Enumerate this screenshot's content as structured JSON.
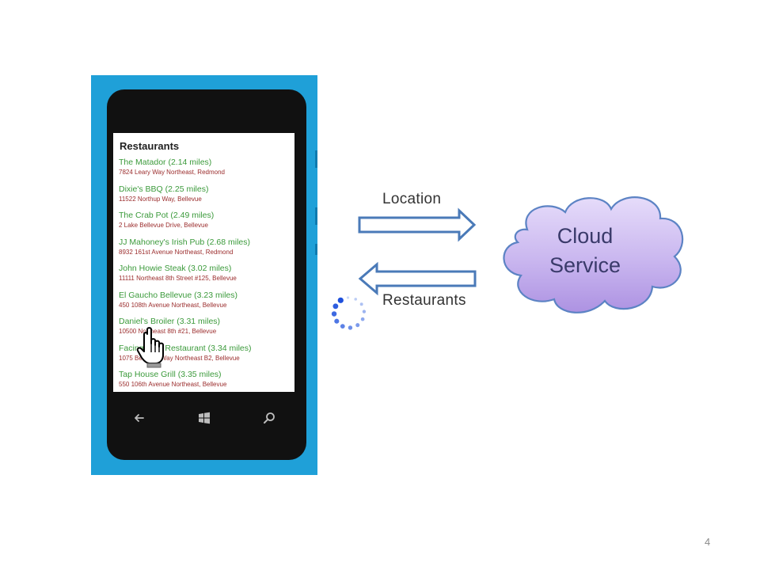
{
  "phone": {
    "screen_title": "Restaurants",
    "restaurants": [
      {
        "name": "The Matador (2.14 miles)",
        "address": "7824 Leary Way Northeast, Redmond"
      },
      {
        "name": "Dixie's BBQ (2.25 miles)",
        "address": "11522 Northup Way, Bellevue"
      },
      {
        "name": "The Crab Pot (2.49 miles)",
        "address": "2 Lake Bellevue Drive, Bellevue"
      },
      {
        "name": "JJ Mahoney's Irish Pub (2.68 miles)",
        "address": "8932 161st Avenue Northeast, Redmond"
      },
      {
        "name": "John Howie Steak (3.02 miles)",
        "address": "11111 Northeast 8th Street #125, Bellevue"
      },
      {
        "name": "El Gaucho Bellevue (3.23 miles)",
        "address": "450 108th Avenue Northeast, Bellevue"
      },
      {
        "name": "Daniel's Broiler (3.31 miles)",
        "address": "10500 Northeast 8th #21, Bellevue"
      },
      {
        "name": "Facing East Restaurant (3.34 miles)",
        "address": "1075 Bellevue Way Northeast B2, Bellevue"
      },
      {
        "name": "Tap House Grill (3.35 miles)",
        "address": "550 106th Avenue Northeast, Bellevue"
      }
    ],
    "nav_icons": [
      "back-arrow-icon",
      "windows-logo-icon",
      "search-icon"
    ]
  },
  "diagram": {
    "location_label": "Location",
    "restaurants_label": "Restaurants",
    "cloud_line1": "Cloud",
    "cloud_line2": "Service"
  },
  "page_number": "4",
  "colors": {
    "phone_body": "#1fa0d8",
    "restaurant_name": "#3b9a3b",
    "restaurant_address": "#9b2d2d",
    "arrow_stroke": "#4a7ab8",
    "cloud_fill": "#c6b3ee",
    "cloud_stroke": "#5c83c4"
  }
}
